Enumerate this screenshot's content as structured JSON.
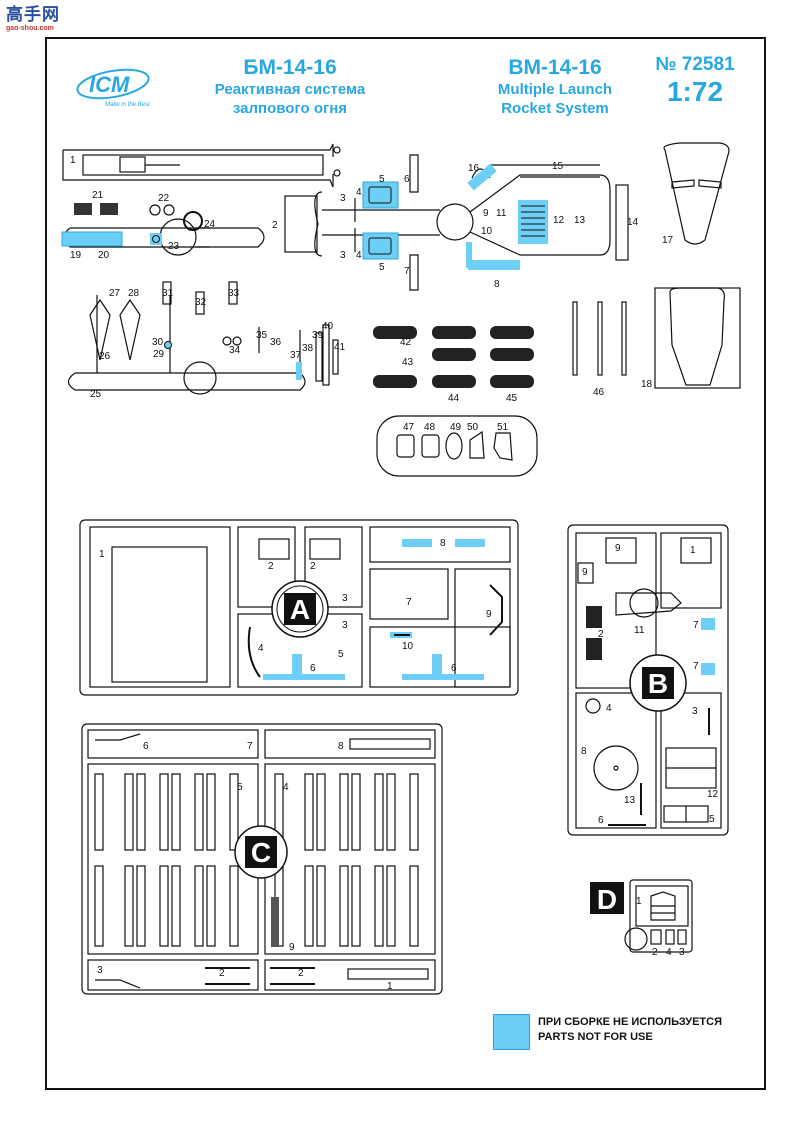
{
  "watermark": {
    "chinese": "高手网",
    "url": "gao-shou.com"
  },
  "header": {
    "brand": {
      "name": "ICM",
      "tagline": "Make in the Best"
    },
    "title_ru": "БМ-14-16",
    "subtitle_ru_line1": "Реактивная система",
    "subtitle_ru_line2": "залпового огня",
    "title_en": "BM-14-16",
    "subtitle_en_line1": "Multiple Launch",
    "subtitle_en_line2": "Rocket System",
    "catalog_number": "№ 72581",
    "scale": "1:72"
  },
  "accent_color": "#29a8e0",
  "highlight_color": "#6ecff6",
  "sprue_unlettered": {
    "parts": [
      "1",
      "2",
      "3",
      "4",
      "5",
      "6",
      "7",
      "8",
      "9",
      "10",
      "11",
      "12",
      "13",
      "14",
      "15",
      "16",
      "17",
      "18",
      "19",
      "20",
      "21",
      "22",
      "23",
      "24",
      "25",
      "26",
      "27",
      "28",
      "29",
      "30",
      "31",
      "32",
      "33",
      "34",
      "35",
      "36",
      "37",
      "38",
      "39",
      "40",
      "41",
      "42",
      "43",
      "44",
      "45",
      "46",
      "47",
      "48",
      "49",
      "50",
      "51"
    ],
    "not_for_use": [
      "5",
      "8",
      "16",
      "19",
      "20",
      "23",
      "30",
      "37",
      "38",
      "12"
    ]
  },
  "sprue_A": {
    "letter": "A",
    "parts": [
      "1",
      "2",
      "2",
      "3",
      "3",
      "4",
      "5",
      "6",
      "6",
      "7",
      "8",
      "9",
      "10"
    ],
    "not_for_use": [
      "6",
      "8",
      "10"
    ]
  },
  "sprue_B": {
    "letter": "B",
    "parts": [
      "1",
      "2",
      "3",
      "4",
      "5",
      "6",
      "7",
      "7",
      "8",
      "9",
      "9",
      "11",
      "12",
      "13"
    ],
    "not_for_use": [
      "7"
    ]
  },
  "sprue_C": {
    "letter": "C",
    "parts": [
      "1",
      "2",
      "2",
      "3",
      "4",
      "5",
      "6",
      "7",
      "8",
      "9"
    ]
  },
  "sprue_D": {
    "letter": "D",
    "parts": [
      "1",
      "2",
      "4",
      "3"
    ]
  },
  "legend": {
    "line_ru": "ПРИ СБОРКЕ НЕ ИСПОЛЬЗУЕТСЯ",
    "line_en": "PARTS NOT FOR USE"
  }
}
